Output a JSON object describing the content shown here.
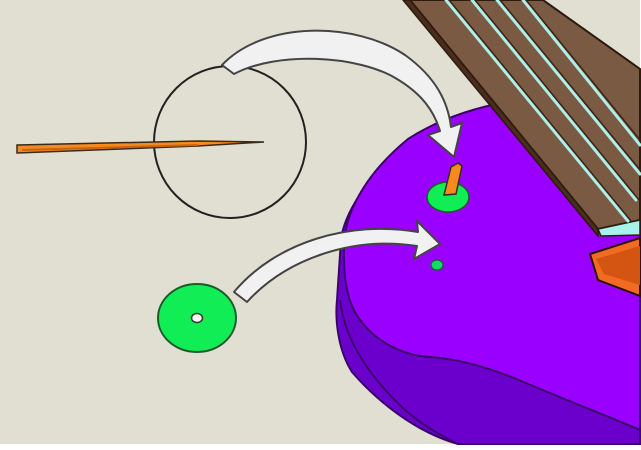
{
  "scene": {
    "elements": [
      "pin-icon",
      "zoom-circle",
      "top-arrow",
      "pin-in-body",
      "green-washer-on-body",
      "small-hole-marker",
      "bottom-arrow",
      "green-washer-loose",
      "violin-body",
      "fingerboard",
      "strings"
    ]
  },
  "colors": {
    "background": "#e0dfd2",
    "frame": "#ffffff",
    "violin_top": "#9a00ff",
    "violin_side": "#6b00cc",
    "violin_edge": "#3b006b",
    "fingerboard_top": "#7a5a43",
    "fingerboard_side": "#4a2d1c",
    "strings": "#aeeee8",
    "washer": "#11ee55",
    "pin": "#f58a1f",
    "arrow_fill": "#f1f1f1",
    "arrow_stroke": "#444444"
  }
}
